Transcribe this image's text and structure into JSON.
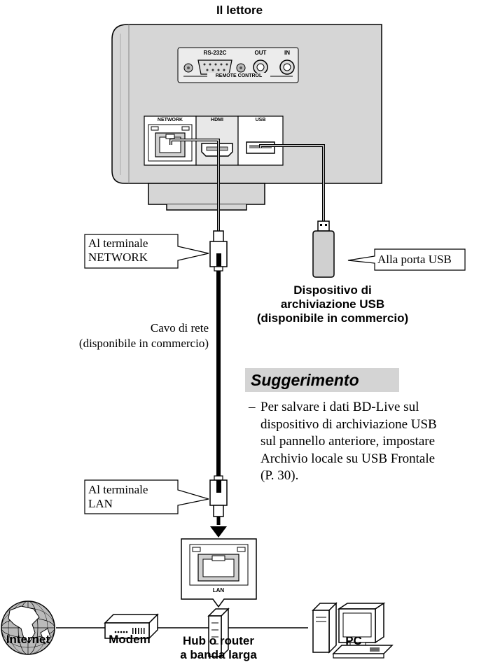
{
  "title": "Il lettore",
  "panel": {
    "rs232c": "RS-232C",
    "out": "OUT",
    "in": "IN",
    "remote_control": "REMOTE CONTROL",
    "network": "NETWORK",
    "hdmi": "HDMI",
    "usb": "USB"
  },
  "callouts": {
    "network_terminal": [
      "Al terminale",
      "NETWORK"
    ],
    "usb_port": "Alla porta USB",
    "lan_terminal": [
      "Al terminale",
      "LAN"
    ]
  },
  "usb_device": [
    "Dispositivo di",
    "archiviazione USB",
    "(disponibile in commercio)"
  ],
  "cable": [
    "Cavo di rete",
    "(disponibile in commercio)"
  ],
  "lan_label": "LAN",
  "tip": {
    "title": "Suggerimento",
    "dash": "–",
    "text": "Per salvare i dati BD-Live sul dispositivo di archiviazione USB sul pannello anteriore, impostare Archivio locale su USB Frontale (P. 30)."
  },
  "devices": {
    "internet": "Internet",
    "modem": "Modem",
    "hub": [
      "Hub o router",
      "a banda larga"
    ],
    "pc": "PC"
  }
}
